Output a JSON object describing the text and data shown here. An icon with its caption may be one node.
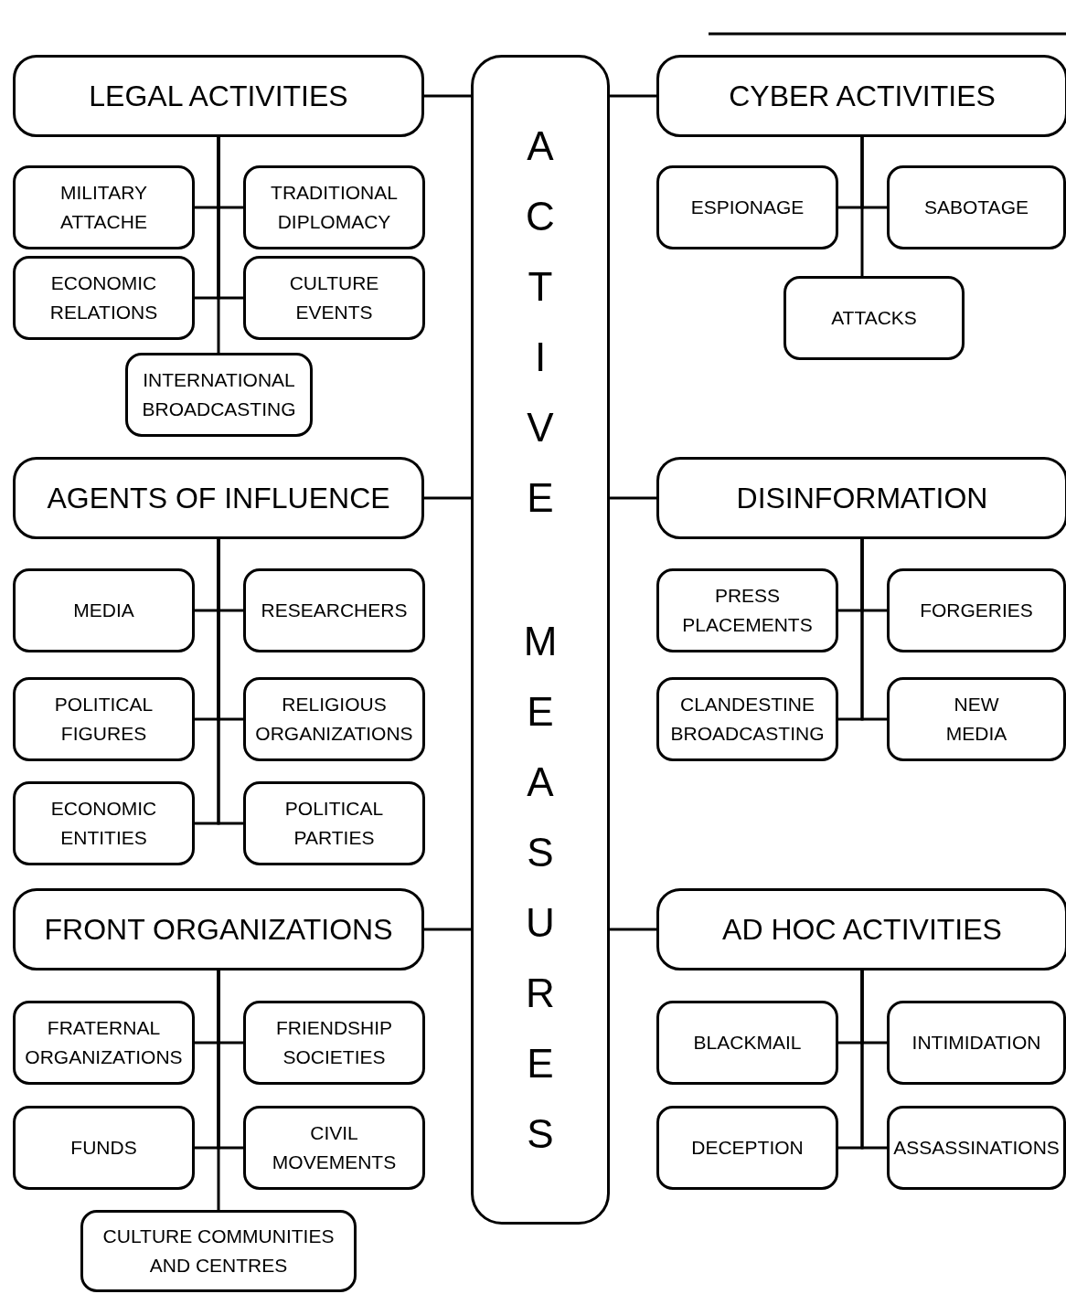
{
  "diagram": {
    "nodes": [
      {
        "text": [
          "ACTIVE MEASURES"
        ]
      },
      {
        "text": [
          "LEGAL ACTIVITIES"
        ]
      },
      {
        "text": [
          "MILITARY ATTACHE"
        ]
      },
      {
        "text": [
          "TRADITIONAL DIPLOMACY"
        ]
      },
      {
        "text": [
          "ECONOMIC RELATIONS"
        ]
      },
      {
        "text": [
          "CULTURE EVENTS"
        ]
      },
      {
        "text": [
          "INTERNATIONAL BROADCASTING"
        ]
      },
      {
        "text": [
          "CYBER ACTIVITIES"
        ]
      },
      {
        "text": [
          "ESPIONAGE"
        ]
      },
      {
        "text": [
          "SABOTAGE"
        ]
      },
      {
        "text": [
          "ATTACKS"
        ]
      },
      {
        "text": [
          "AGENTS OF INFLUENCE"
        ]
      },
      {
        "text": [
          "MEDIA"
        ]
      },
      {
        "text": [
          "RESEARCHERS"
        ]
      },
      {
        "text": [
          "POLITICAL FIGURES"
        ]
      },
      {
        "text": [
          "RELIGIOUS ORGANIZATIONS"
        ]
      },
      {
        "text": [
          "ECONOMIC ENTITIES"
        ]
      },
      {
        "text": [
          "POLITICAL PARTIES"
        ]
      },
      {
        "text": [
          "DISINFORMATION"
        ]
      },
      {
        "text": [
          "PRESS PLACEMENTS"
        ]
      },
      {
        "text": [
          "FORGERIES"
        ]
      },
      {
        "text": [
          "CLANDESTINE BROADCASTING"
        ]
      },
      {
        "text": [
          "NEW MEDIA"
        ]
      },
      {
        "text": [
          "FRONT ORGANIZATIONS"
        ]
      },
      {
        "text": [
          "FRATERNAL ORGANIZATIONS"
        ]
      },
      {
        "text": [
          "FRIENDSHIP SOCIETIES"
        ]
      },
      {
        "text": [
          "FUNDS"
        ]
      },
      {
        "text": [
          "CIVIL MOVEMENTS"
        ]
      },
      {
        "text": [
          "CULTURE COMMUNITIES AND CENTRES"
        ]
      },
      {
        "text": [
          "AD HOC ACTIVITIES"
        ]
      },
      {
        "text": [
          "BLACKMAIL"
        ]
      },
      {
        "text": [
          "INTIMIDATION"
        ]
      },
      {
        "text": [
          "DECEPTION"
        ]
      },
      {
        "text": [
          "ASSASSINATIONS"
        ]
      }
    ],
    "edges": [
      {
        "from": 0,
        "to": 1,
        "arrow": "none"
      },
      {
        "from": 0,
        "to": 7,
        "arrow": "none"
      },
      {
        "from": 0,
        "to": 11,
        "arrow": "none"
      },
      {
        "from": 0,
        "to": 18,
        "arrow": "none"
      },
      {
        "from": 0,
        "to": 23,
        "arrow": "none"
      },
      {
        "from": 0,
        "to": 29,
        "arrow": "none"
      },
      {
        "from": 1,
        "to": 2,
        "arrow": "none"
      },
      {
        "from": 1,
        "to": 3,
        "arrow": "none"
      },
      {
        "from": 1,
        "to": 4,
        "arrow": "none"
      },
      {
        "from": 1,
        "to": 5,
        "arrow": "none"
      },
      {
        "from": 1,
        "to": 6,
        "arrow": "none"
      },
      {
        "from": 7,
        "to": 8,
        "arrow": "none"
      },
      {
        "from": 7,
        "to": 9,
        "arrow": "none"
      },
      {
        "from": 7,
        "to": 10,
        "arrow": "none"
      },
      {
        "from": 11,
        "to": 12,
        "arrow": "none"
      },
      {
        "from": 11,
        "to": 13,
        "arrow": "none"
      },
      {
        "from": 11,
        "to": 14,
        "arrow": "none"
      },
      {
        "from": 11,
        "to": 15,
        "arrow": "none"
      },
      {
        "from": 11,
        "to": 16,
        "arrow": "none"
      },
      {
        "from": 11,
        "to": 17,
        "arrow": "none"
      },
      {
        "from": 18,
        "to": 19,
        "arrow": "none"
      },
      {
        "from": 18,
        "to": 20,
        "arrow": "none"
      },
      {
        "from": 18,
        "to": 21,
        "arrow": "none"
      },
      {
        "from": 18,
        "to": 22,
        "arrow": "none"
      },
      {
        "from": 23,
        "to": 24,
        "arrow": "none"
      },
      {
        "from": 23,
        "to": 25,
        "arrow": "none"
      },
      {
        "from": 23,
        "to": 26,
        "arrow": "none"
      },
      {
        "from": 23,
        "to": 27,
        "arrow": "none"
      },
      {
        "from": 23,
        "to": 28,
        "arrow": "none"
      },
      {
        "from": 29,
        "to": 30,
        "arrow": "none"
      },
      {
        "from": 29,
        "to": 31,
        "arrow": "none"
      },
      {
        "from": 29,
        "to": 32,
        "arrow": "none"
      },
      {
        "from": 29,
        "to": 33,
        "arrow": "none"
      }
    ]
  }
}
